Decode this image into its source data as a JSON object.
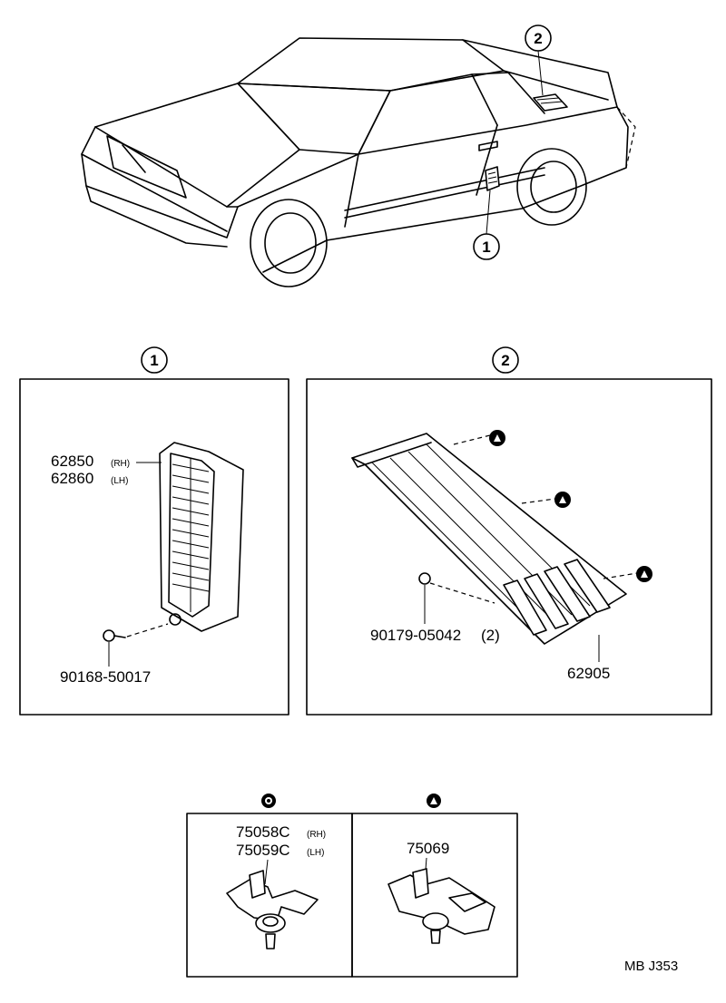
{
  "callouts": {
    "one": "1",
    "two": "2"
  },
  "section_one": {
    "part_rh": "62850",
    "part_rh_suffix": "(RH)",
    "part_lh": "62860",
    "part_lh_suffix": "(LH)",
    "screw": "90168-50017"
  },
  "section_two": {
    "clip": "90179-05042",
    "clip_qty": "(2)",
    "duct": "62905"
  },
  "legend": {
    "clip_rh": "75058C",
    "clip_rh_suffix": "(RH)",
    "clip_lh": "75059C",
    "clip_lh_suffix": "(LH)",
    "clip_triangle": "75069"
  },
  "diagram_code": "MB J353",
  "icons": {
    "circle_marker": "dot-circle-icon",
    "triangle_marker": "triangle-circle-icon"
  }
}
